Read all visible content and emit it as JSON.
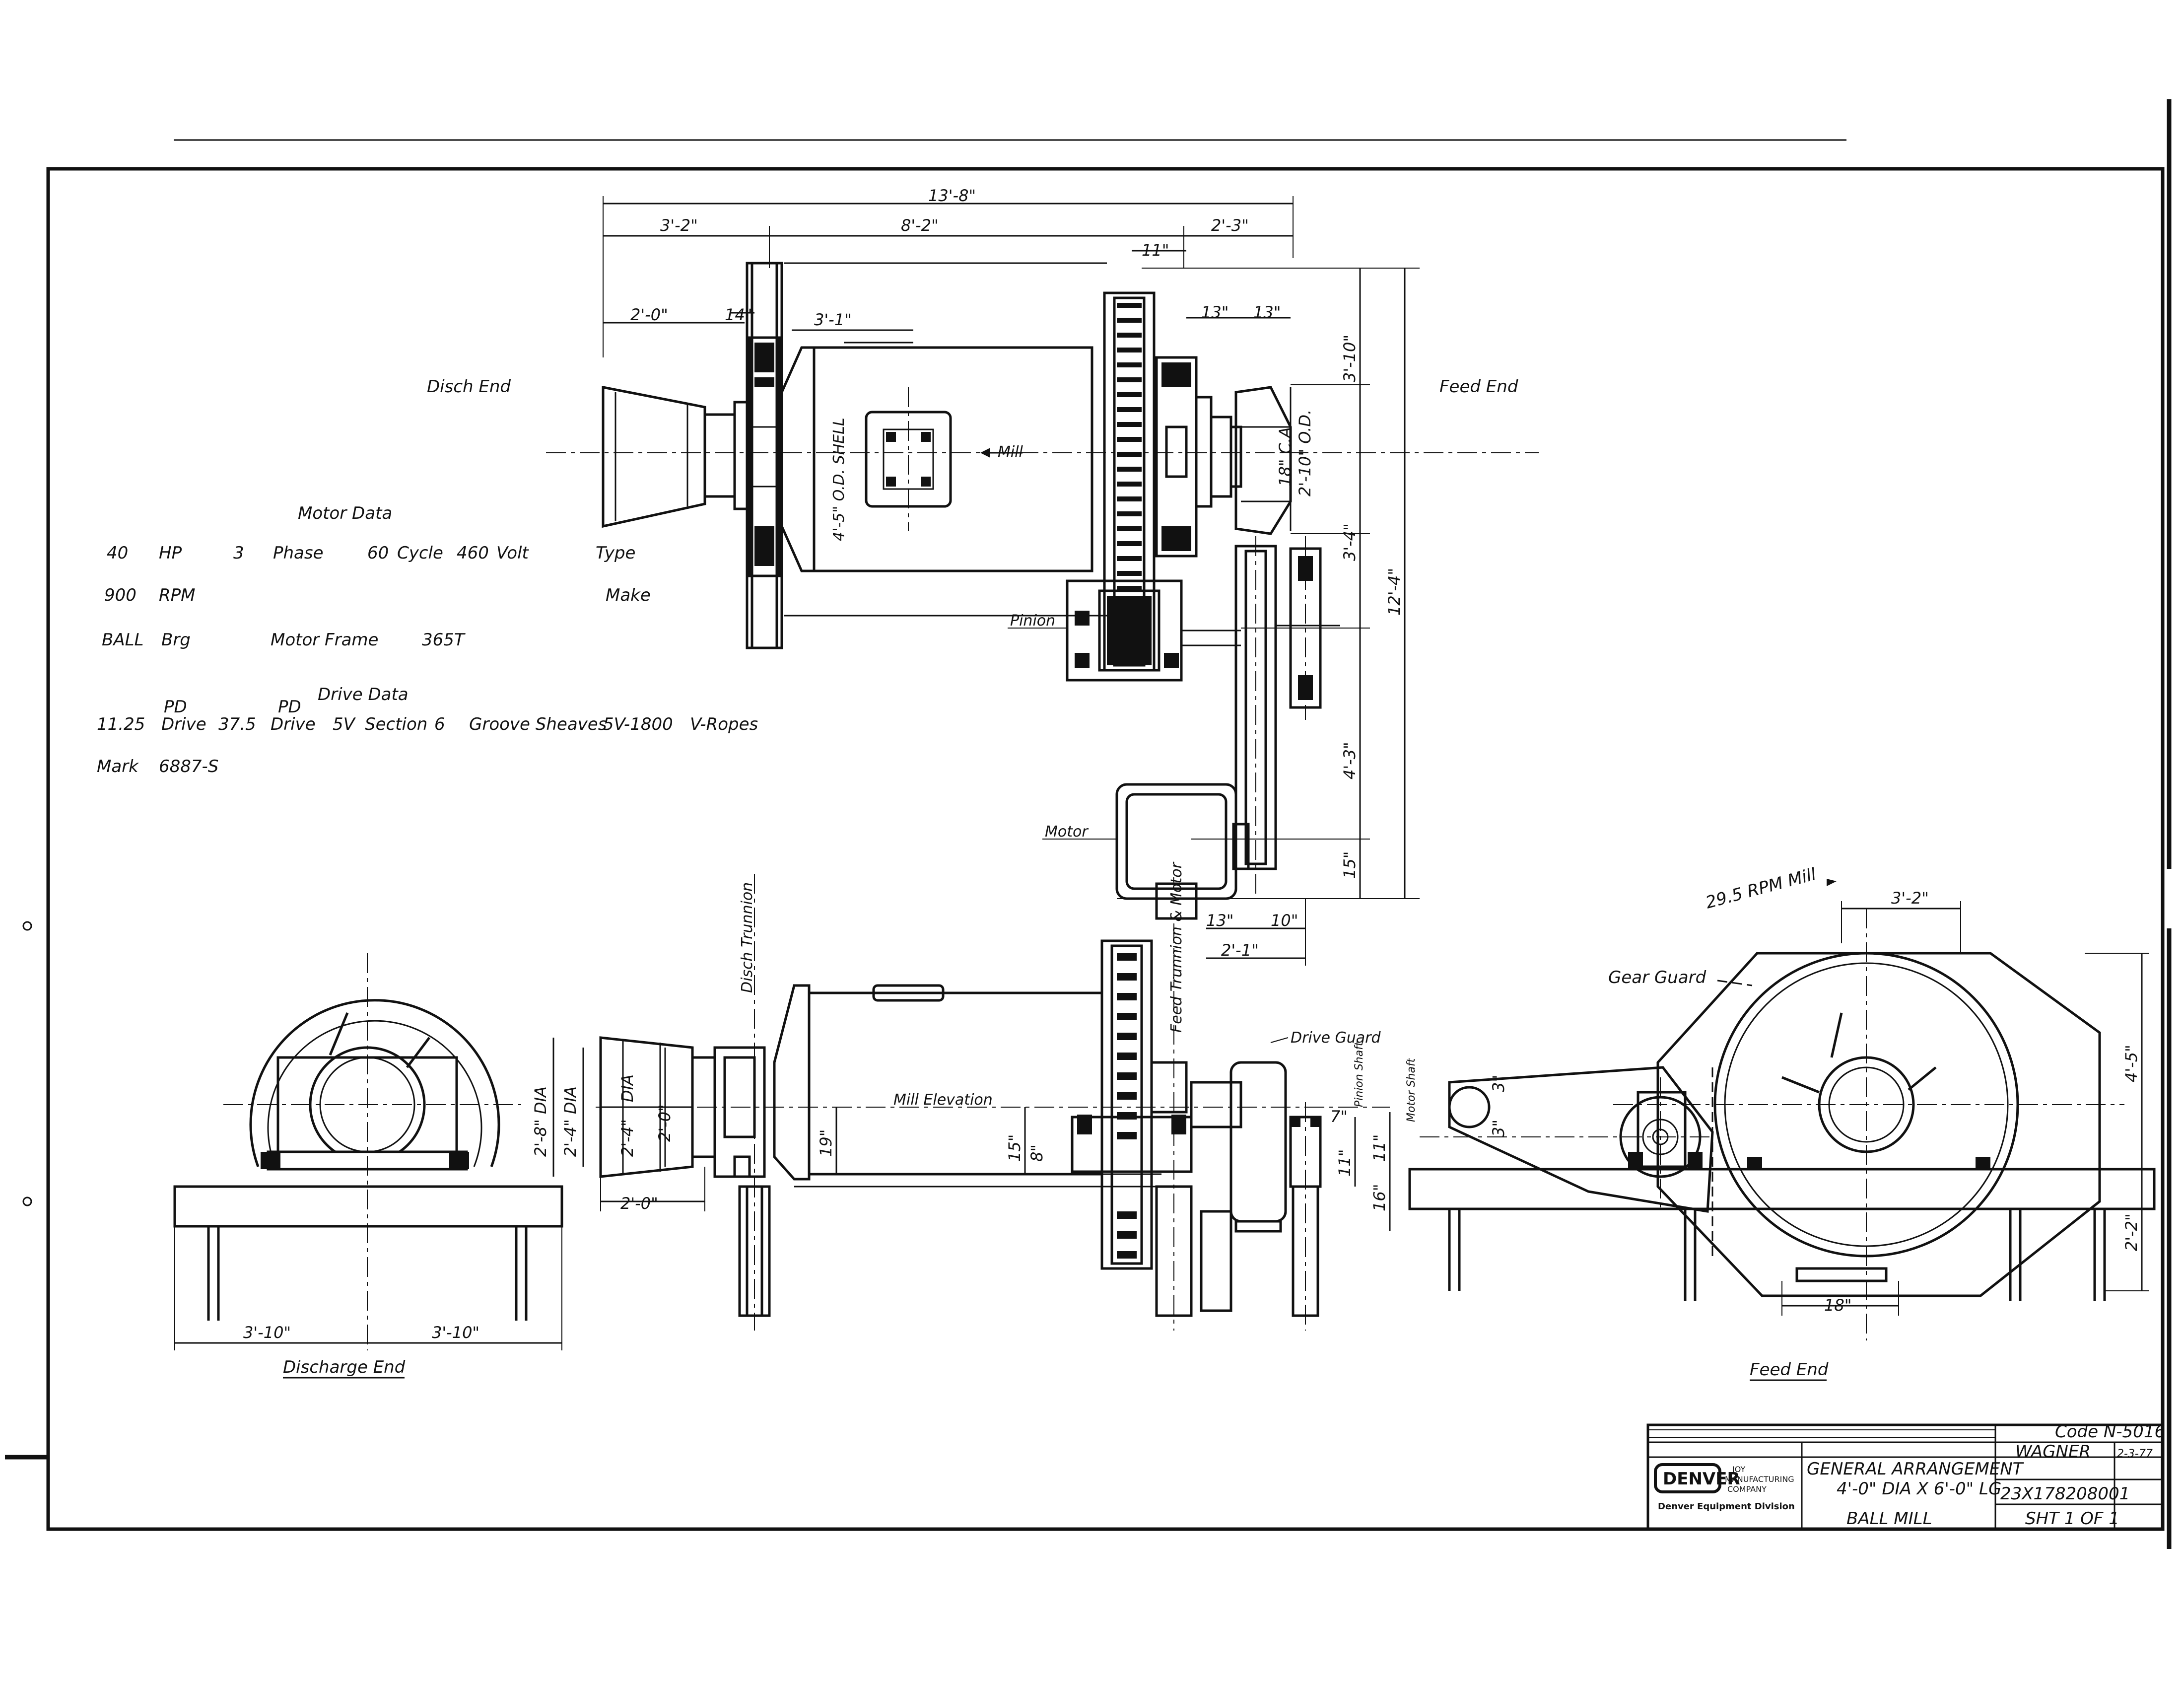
{
  "colors": {
    "paper": "#ffffff",
    "ink": "#111111"
  },
  "views": {
    "plan_labels": {
      "disch_end": "Disch End",
      "feed_end": "Feed End",
      "mill": "Mill",
      "pinion": "Pinion",
      "motor": "Motor",
      "shell_od": "4'-5\" O.D. SHELL",
      "ca_18": "18\" C.A.",
      "od_2_10": "2'-10\" O.D."
    },
    "elevation_labels": {
      "disch_trunnion": "Disch Trunnion",
      "feed_trunnion_motor": "Feed Trunnion & Motor",
      "mill_elevation": "Mill Elevation",
      "drive_guard": "Drive Guard",
      "pinion_shaft": "Pinion Shaft",
      "motor_shaft": "Motor Shaft",
      "gear_guard": "Gear Guard",
      "rpm_mill": "29.5 RPM Mill",
      "discharge_end": "Discharge End",
      "feed_end": "Feed End"
    },
    "dimensions": {
      "overall": "13'-8\"",
      "d_3_2": "3'-2\"",
      "d_8_2": "8'-2\"",
      "d_2_3a": "2'-3\"",
      "d_11": "11\"",
      "d_2_0a": "2'-0\"",
      "d_14": "14\"",
      "d_3_1": "3'-1\"",
      "d_13a": "13\"",
      "d_13b": "13\"",
      "d_3_10": "3'-10\"",
      "d_3_4": "3'-4\"",
      "d_12_4": "12'-4\"",
      "d_4_3": "4'-3\"",
      "d_15": "15\"",
      "d_13c": "13\"",
      "d_10": "10\"",
      "d_2_1": "2'-1\"",
      "d_2_8dia": "2'-8\" DIA",
      "d_2_4dia": "2'-4\" DIA",
      "d_dia": "DIA",
      "d_2_4": "2'-4\"",
      "d_2_0b": "2'-0\"",
      "d_2_0c": "2'-0\"",
      "d_19": "19\"",
      "d_15b": "15\"",
      "d_8": "8\"",
      "d_11b": "11\"",
      "d_7": "7\"",
      "d_16": "16\"",
      "d_11c": "11\"",
      "d_3_10a": "3'-10\"",
      "d_3_10b": "3'-10\"",
      "d_3_2b": "3'-2\"",
      "d_4_5": "4'-5\"",
      "d_2_2": "2'-2\"",
      "d_18": "18\"",
      "d_3a": "3\"",
      "d_3b": "3\""
    },
    "motor_data": {
      "heading": "Motor Data",
      "hp": "40",
      "hp_label": "HP",
      "phase": "3",
      "phase_label": "Phase",
      "cycle": "60",
      "cycle_label": "Cycle",
      "volt": "460",
      "volt_label": "Volt",
      "type_label": "Type",
      "rpm": "900",
      "rpm_label": "RPM",
      "make_label": "Make",
      "brg": "BALL",
      "brg_label": "Brg",
      "frame_label": "Motor Frame",
      "frame": "365T",
      "drive_heading": "Drive Data",
      "pd_label_a": "PD",
      "pd_label_b": "PD",
      "pd_a": "11.25",
      "drive_label_a": "Drive",
      "pd_b": "37.5",
      "drive_label_b": "Drive",
      "section": "5V",
      "section_label": "Section",
      "grooves": "6",
      "groove_label": "Groove Sheaves",
      "sheave_model": "5V-1800",
      "ropes_label": "V-Ropes",
      "mark_label": "Mark",
      "mark": "6887-S"
    },
    "title_block": {
      "code": "Code N-5016",
      "drawn_by": "WAGNER",
      "date": "2-3-77",
      "company_logo": "DENVER",
      "company_line1": "JOY",
      "company_line2": "MANUFACTURING",
      "company_line3": "COMPANY",
      "division": "Denver Equipment Division",
      "title_line1": "GENERAL ARRANGEMENT",
      "title_line2": "4'-0\" DIA X 6'-0\" LG",
      "title_line3": "BALL MILL",
      "drawing_no": "23X178208001",
      "sheet": "SHT 1 OF 1"
    }
  }
}
